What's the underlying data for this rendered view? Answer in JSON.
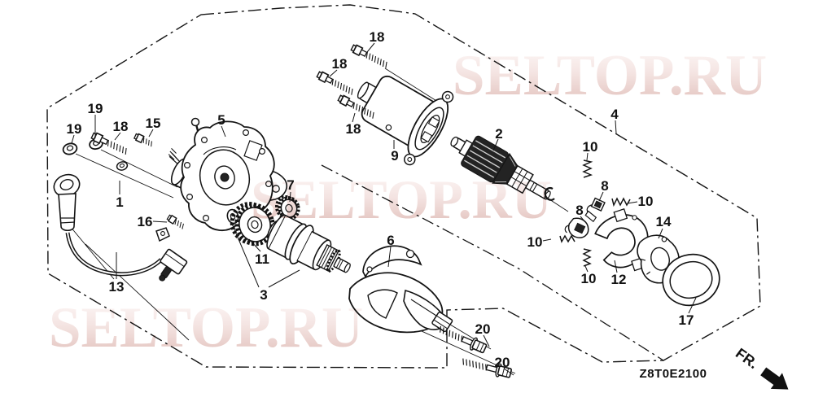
{
  "watermark": {
    "text": "SELTOP.RU"
  },
  "footer": {
    "diagram_code": "Z8T0E2100",
    "direction_label": "FR."
  },
  "callouts": [
    {
      "n": "19"
    },
    {
      "n": "19"
    },
    {
      "n": "18"
    },
    {
      "n": "15"
    },
    {
      "n": "5"
    },
    {
      "n": "1"
    },
    {
      "n": "16"
    },
    {
      "n": "13"
    },
    {
      "n": "11"
    },
    {
      "n": "3"
    },
    {
      "n": "7"
    },
    {
      "n": "6"
    },
    {
      "n": "2"
    },
    {
      "n": "9"
    },
    {
      "n": "18"
    },
    {
      "n": "18"
    },
    {
      "n": "18"
    },
    {
      "n": "4"
    },
    {
      "n": "10"
    },
    {
      "n": "8"
    },
    {
      "n": "10"
    },
    {
      "n": "8"
    },
    {
      "n": "10"
    },
    {
      "n": "10"
    },
    {
      "n": "12"
    },
    {
      "n": "14"
    },
    {
      "n": "17"
    },
    {
      "n": "20"
    },
    {
      "n": "20"
    }
  ]
}
